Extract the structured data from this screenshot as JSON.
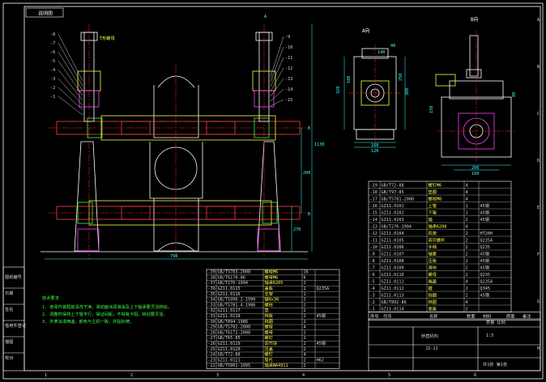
{
  "colors": {
    "background": "#000000",
    "frame": "#ffffff",
    "dimension": "#40ffff",
    "part": "#ffff40",
    "shaft": "#ff4040",
    "centerline": "#ff2020",
    "hatch": "#ff40ff",
    "note": "#40ff40",
    "table": "#ffffff"
  },
  "drawing": {
    "frame_title": "说明图",
    "col_numbers": [
      "1",
      "2",
      "3",
      "4",
      "5",
      "6"
    ],
    "row_letters": [
      "A",
      "B",
      "C",
      "D",
      "E",
      "F",
      "G",
      "H"
    ],
    "main_view": {
      "leader_labels": [
        "-8",
        "-7",
        "-6",
        "-5",
        "-4",
        "-3",
        "-2",
        "-1"
      ],
      "right_labels": [
        "-9",
        "-10",
        "-11",
        "-12",
        "-13",
        "-14",
        "-15"
      ],
      "top_text": "T形螺母",
      "section_mark": "A",
      "dim_bottom": "790",
      "dim_height": "1130",
      "dim_right_small": "270",
      "dim_right_mid": "200",
      "side_marks": [
        "B",
        "B"
      ]
    },
    "view_a": {
      "title": "A向",
      "dims": [
        "160",
        "120",
        "320",
        "100",
        "300",
        "250",
        "140",
        "40"
      ]
    },
    "view_b": {
      "title": "B向",
      "dims": [
        "200",
        "160",
        "150",
        "80"
      ]
    },
    "notes": {
      "title": "技术要求",
      "lines": [
        "1. 各零件装配前清洗干净，滑动面涂润滑油及上下轴承要灵活转动。",
        "2. 调整时保持上下辊平行，保证间距，不得有卡阻，转动要灵活。",
        "3. 外表涂漆两遍，颜色与主机一致，并贴标牌。"
      ]
    },
    "bom_right": [
      {
        "no": "-19",
        "code": "GB/T72-88",
        "name": "螺钉M6",
        "qty": "4",
        "mat": ""
      },
      {
        "no": "-18",
        "code": "GB/T97-85",
        "name": "垫圈",
        "qty": "4",
        "mat": ""
      },
      {
        "no": "-17",
        "code": "GB/T5781-2000",
        "name": "螺栓M8",
        "qty": "4",
        "mat": ""
      },
      {
        "no": "-16",
        "code": "GZ11.0101",
        "name": "上辊",
        "qty": "1",
        "mat": "45钢"
      },
      {
        "no": "-15",
        "code": "GZ11.0102",
        "name": "下辊",
        "qty": "1",
        "mat": "45钢"
      },
      {
        "no": "-14",
        "code": "GZ11.0103",
        "name": "轴",
        "qty": "2",
        "mat": "45钢"
      },
      {
        "no": "-13",
        "code": "GB/T276-1994",
        "name": "轴承6208",
        "qty": "4",
        "mat": ""
      },
      {
        "no": "-12",
        "code": "GZ11.0104",
        "name": "机架",
        "qty": "2",
        "mat": "HT200"
      },
      {
        "no": "-11",
        "code": "GZ11.0105",
        "name": "调节螺杆",
        "qty": "2",
        "mat": "Q235A"
      },
      {
        "no": "-10",
        "code": "GZ11.0106",
        "name": "手柄",
        "qty": "2",
        "mat": "Q235"
      },
      {
        "no": "-9",
        "code": "GZ11.0107",
        "name": "轴套",
        "qty": "2",
        "mat": "45钢"
      },
      {
        "no": "-8",
        "code": "GZ11.0108",
        "name": "压板",
        "qty": "2",
        "mat": "45钢"
      },
      {
        "no": "-7",
        "code": "GZ11.0109",
        "name": "滑块",
        "qty": "2",
        "mat": "45钢"
      },
      {
        "no": "-6",
        "code": "GZ11.0110",
        "name": "螺母",
        "qty": "2",
        "mat": "Q235"
      },
      {
        "no": "-5",
        "code": "GZ11.0111",
        "name": "端盖",
        "qty": "4",
        "mat": "Q235A"
      },
      {
        "no": "-4",
        "code": "GZ11.0112",
        "name": "键",
        "qty": "2",
        "mat": "Q345"
      },
      {
        "no": "-3",
        "code": "GZ11.0113",
        "name": "挡圈",
        "qty": "2",
        "mat": "45钢"
      },
      {
        "no": "-2",
        "code": "GB/T892-86",
        "name": "挡圈",
        "qty": "4",
        "mat": ""
      },
      {
        "no": "-1",
        "code": "GZ11.0114",
        "name": "底座",
        "qty": "2",
        "mat": ""
      }
    ],
    "bom_right_header": {
      "no": "序号",
      "code": "代号",
      "name": "名称",
      "qty": "数量",
      "mat": "材料",
      "weight": "质量",
      "note": "备注"
    },
    "bom_left": [
      {
        "no": "-39",
        "code": "GB/T5783-2000",
        "name": "螺栓M6",
        "qty": "16",
        "mat": ""
      },
      {
        "no": "-38",
        "code": "GB/T6170-86",
        "name": "螺母M6",
        "qty": "6",
        "mat": ""
      },
      {
        "no": "-37",
        "code": "GB/T276-1994",
        "name": "轴承6205",
        "qty": "2",
        "mat": ""
      },
      {
        "no": "-36",
        "code": "GZ11.0115",
        "name": "盖板",
        "qty": "2",
        "mat": "Q235A"
      },
      {
        "no": "-35",
        "code": "GZ11.0116",
        "name": "支架",
        "qty": "1",
        "mat": ""
      },
      {
        "no": "-34",
        "code": "GB/T1096.2-1990",
        "name": "键8x30",
        "qty": "2",
        "mat": ""
      },
      {
        "no": "-33",
        "code": "GB/T5781.4-1986",
        "name": "螺柱",
        "qty": "2",
        "mat": ""
      },
      {
        "no": "-32",
        "code": "GZ11.0117",
        "name": "垫",
        "qty": "2",
        "mat": ""
      },
      {
        "no": "-31",
        "code": "GZ11.0118",
        "name": "挡板",
        "qty": "2",
        "mat": "45钢"
      },
      {
        "no": "-30",
        "code": "GB/T894-1986",
        "name": "挡圈",
        "qty": "2",
        "mat": ""
      },
      {
        "no": "-29",
        "code": "GB/T5782-2000",
        "name": "螺栓",
        "qty": "4",
        "mat": ""
      },
      {
        "no": "-28",
        "code": "GB/T6172-2000",
        "name": "螺母",
        "qty": "2",
        "mat": ""
      },
      {
        "no": "-27",
        "code": "GB/T65-85",
        "name": "螺钉",
        "qty": "2",
        "mat": ""
      },
      {
        "no": "-26",
        "code": "GZ11.0119",
        "name": "调节块",
        "qty": "2",
        "mat": "45钢"
      },
      {
        "no": "-25",
        "code": "GZ11.0120",
        "name": "压盖",
        "qty": "2",
        "mat": ""
      },
      {
        "no": "-24",
        "code": "GB/T72-88",
        "name": "螺钉",
        "qty": "4",
        "mat": ""
      },
      {
        "no": "-23",
        "code": "GZ11.0121",
        "name": "垫片",
        "qty": "2",
        "mat": "H62"
      },
      {
        "no": "-22",
        "code": "GB/T5801-1995",
        "name": "轴承NA4911",
        "qty": "2",
        "mat": ""
      }
    ],
    "title_block": {
      "name": "矫直机构",
      "drawing_no": "JZ-22",
      "scale": "1:5",
      "sheet": "共1张 第1张",
      "materials_row": "质量 比例"
    },
    "left_strip": [
      "图纸编号",
      "日期",
      "签名",
      "借用件登记",
      "描图",
      "校对"
    ]
  }
}
